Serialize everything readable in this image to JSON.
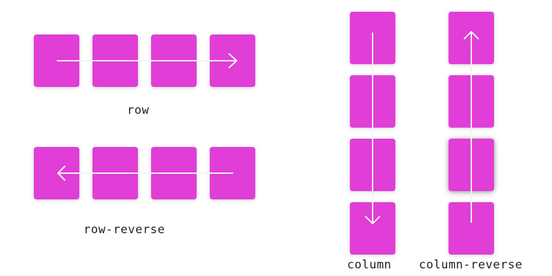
{
  "colors": {
    "box": "#e03ed6",
    "arrow": "#f8f1f4",
    "label": "#222222"
  },
  "diagrams": {
    "row": {
      "label": "row",
      "direction": "right"
    },
    "row_reverse": {
      "label": "row-reverse",
      "direction": "left"
    },
    "column": {
      "label": "column",
      "direction": "down"
    },
    "column_reverse": {
      "label": "column-reverse",
      "direction": "up"
    }
  }
}
